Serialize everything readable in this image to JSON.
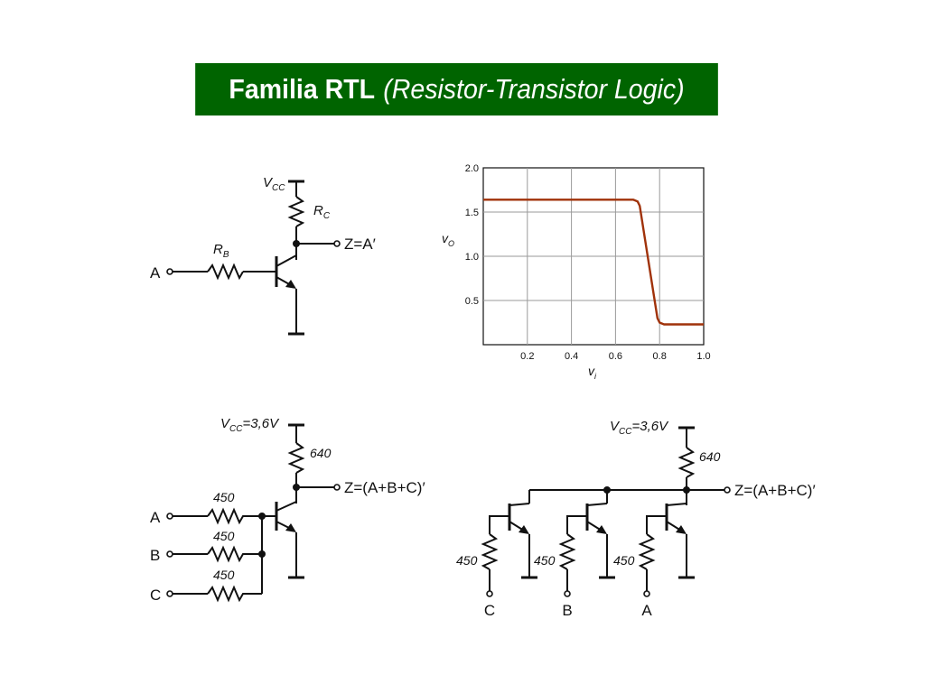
{
  "title": {
    "bold": "Familia RTL",
    "italic": "(Resistor-Transistor Logic)"
  },
  "colors": {
    "banner": "#006400",
    "curve": "#a0320a",
    "ink": "#111111"
  },
  "circuit1": {
    "vcc": "V",
    "vcc_sub": "CC",
    "rc": "R",
    "rc_sub": "C",
    "rb": "R",
    "rb_sub": "B",
    "input": "A",
    "output": "Z=A′"
  },
  "circuit2": {
    "vcc": "V",
    "vcc_sub": "CC",
    "vcc_value": "=3,6V",
    "r_collector": "640",
    "r_inputs": [
      "450",
      "450",
      "450"
    ],
    "inputs": [
      "A",
      "B",
      "C"
    ],
    "output": "Z=(A+B+C)′"
  },
  "circuit3": {
    "vcc": "V",
    "vcc_sub": "CC",
    "vcc_value": "=3,6V",
    "r_collector": "640",
    "r_inputs": [
      "450",
      "450",
      "450"
    ],
    "inputs": [
      "C",
      "B",
      "A"
    ],
    "output": "Z=(A+B+C)′"
  },
  "chart_data": {
    "type": "line",
    "xlabel": "v",
    "xlabel_sub": "i",
    "ylabel": "v",
    "ylabel_sub": "O",
    "xlim": [
      0,
      1.0
    ],
    "ylim": [
      0,
      2.0
    ],
    "x_ticks": [
      "0.2",
      "0.4",
      "0.6",
      "0.8",
      "1.0"
    ],
    "y_ticks": [
      "2.0",
      "1.5",
      "1.0",
      "0.5"
    ],
    "grid": true,
    "series": [
      {
        "x": [
          0,
          0.65,
          0.68,
          0.7,
          0.71,
          0.79,
          0.8,
          0.82,
          1.0
        ],
        "y": [
          1.64,
          1.64,
          1.64,
          1.62,
          1.57,
          0.3,
          0.25,
          0.23,
          0.23
        ]
      }
    ]
  }
}
